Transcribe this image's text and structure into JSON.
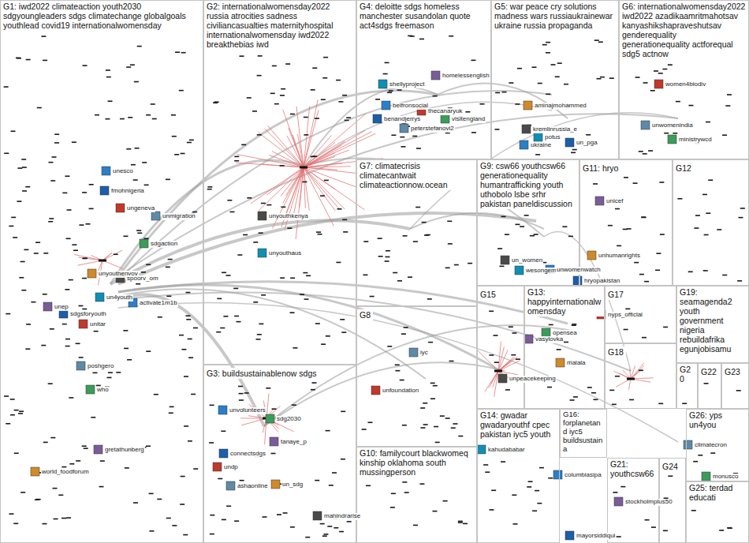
{
  "diagram": {
    "nodes": [
      {
        "text": [
          "G1: iwd2022 climateaction youth2030 sdgyoungleaders sdgs climatechange globalgoals youthlead covid19 internationalwomensday"
        ]
      },
      {
        "text": [
          "G2: internationalwomensday2022 russia atrocities sadness civiliancasualties maternityhospital internationalwomensday iwd2022 breakthebias iwd"
        ]
      },
      {
        "text": [
          "G4: deloitte sdgs homeless manchester susandolan quote act4sdgs freemason"
        ]
      },
      {
        "text": [
          "G5: war peace cry solutions madness wars russiaukrainewar ukraine russia propaganda"
        ]
      },
      {
        "text": [
          "G6: internationalwomensday2022 iwd2022 azadikaamritmahotsav kanyashikshapraveshutsav genderequality generationequality actforequal sdg5 actnow"
        ]
      },
      {
        "text": [
          "G7: climatecrisis climatecantwait climateactionnow.ocean"
        ]
      },
      {
        "text": [
          "G9: csw66 youthcsw66 generationequality humantrafficking youth uthobolo lsbe srhr pakistan paneldiscussion"
        ]
      },
      {
        "text": [
          "G11: hryo"
        ]
      },
      {
        "text": [
          "G12"
        ]
      },
      {
        "text": [
          "G3: buildsustainablenow sdgs"
        ]
      },
      {
        "text": [
          "G8"
        ]
      },
      {
        "text": [
          "G15"
        ]
      },
      {
        "text": [
          "G13: happyinternationalwomensday"
        ]
      },
      {
        "text": [
          "G17"
        ]
      },
      {
        "text": [
          "G19: seamagenda2 youth government nigeria rebuildafrika egunjobisamu"
        ]
      },
      {
        "text": [
          "G18"
        ]
      },
      {
        "text": [
          "G20"
        ]
      },
      {
        "text": [
          "G22"
        ]
      },
      {
        "text": [
          "G23"
        ]
      },
      {
        "text": [
          "G10: familycourt blackwomeq kinship oklahoma south mussingperson"
        ]
      },
      {
        "text": [
          "G14: gwadar gwadaryouthf cpec pakistan iyc5 youth"
        ]
      },
      {
        "text": [
          "G16: forplanetand iyc5 buildsustaina"
        ]
      },
      {
        "text": [
          "G26: yps un4you"
        ]
      },
      {
        "text": [
          "G21: youthcsw66"
        ]
      },
      {
        "text": [
          "G24"
        ]
      },
      {
        "text": [
          "G25: terdad educati"
        ]
      }
    ],
    "labels": [
      "unesco",
      "fmohnigeria",
      "ungeneva",
      "unmigration",
      "sdgaction",
      "unep",
      "unyouthenvoy",
      "spoorv_om",
      "un4youth",
      "activate1m1b",
      "sdgsforyouth",
      "unitar",
      "poshgero",
      "who",
      "gretathunberg",
      "world_foodforum",
      "unyouthkenya",
      "unyouthaus",
      "unvolunteers",
      "connectsdgs",
      "undp",
      "ashaonline",
      "sdg2030",
      "tanaye_p",
      "un_sdg",
      "mahindrarise",
      "shellyproject",
      "belfronsocial",
      "benandjerrys",
      "thecanaryuk",
      "peterstefanovi2",
      "visitengland",
      "homelessenglish",
      "aminajmohammed",
      "kremlinrussia_e",
      "potus",
      "ukraine",
      "un_pga",
      "women4biodiv",
      "unwomenindia",
      "ministrywcd",
      "unicef",
      "unhumanrights",
      "un_women",
      "wesongemaureen1",
      "unwomenwatch",
      "hryopakistan",
      "unfoundation",
      "iyc",
      "opensea",
      "vasylovka",
      "malala",
      "unpeacekeeping",
      "kahudababar",
      "columbiasipa",
      "mayorsiddiqui",
      "nyps_official",
      "climatecron",
      "monusco",
      "stockholmplus50"
    ]
  }
}
